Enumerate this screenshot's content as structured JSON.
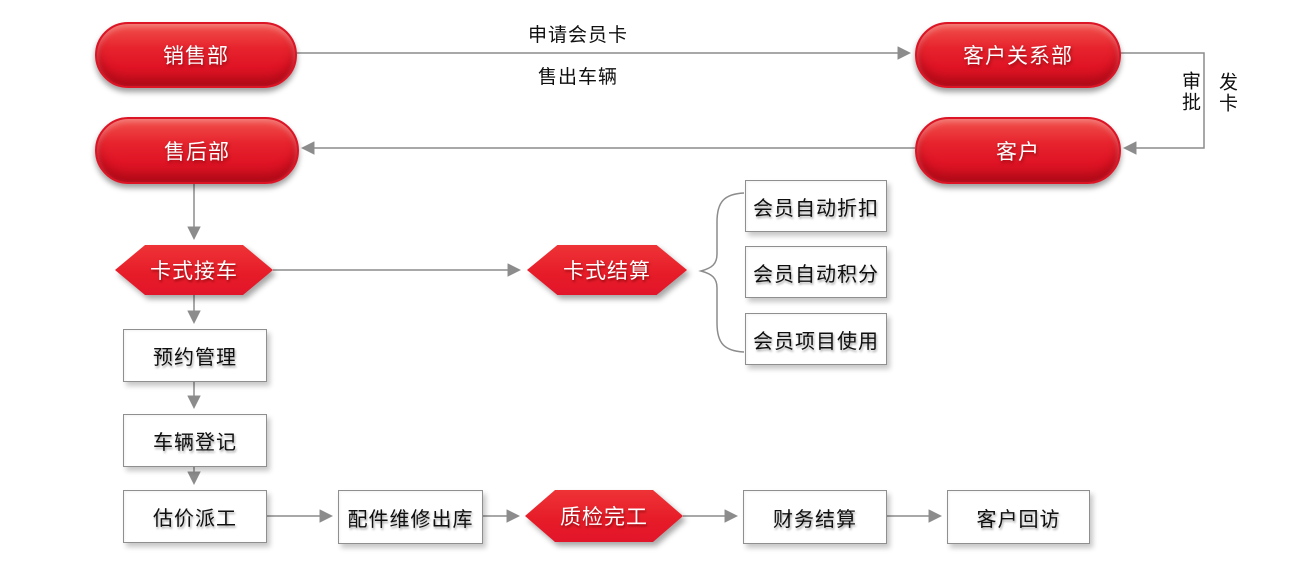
{
  "diagram": {
    "title": "card-service-flowchart",
    "nodes": {
      "sales_dept": "销售部",
      "crm_dept": "客户关系部",
      "after_sales_dept": "售后部",
      "customer": "客户",
      "card_reception": "卡式接车",
      "card_settlement": "卡式结算",
      "member_discount": "会员自动折扣",
      "member_points": "会员自动积分",
      "member_usage": "会员项目使用",
      "appointment_mgmt": "预约管理",
      "vehicle_register": "车辆登记",
      "estimate_dispatch": "估价派工",
      "parts_outbound": "配件维修出库",
      "quality_done": "质检完工",
      "finance_settle": "财务结算",
      "customer_followup": "客户回访"
    },
    "edge_labels": {
      "apply_card": "申请会员卡",
      "sell_vehicle": "售出车辆",
      "approve": "审批",
      "issue_card": "发卡"
    },
    "colors": {
      "node_red": "#e61b28",
      "pill_red_light": "#f1514b",
      "pill_red_dark": "#ce0f1f",
      "line_gray": "#8c8c8c",
      "box_border": "#8f8f8f",
      "text_dark": "#0f0f0f",
      "text_light": "#ffffff",
      "background": "#ffffff"
    }
  }
}
